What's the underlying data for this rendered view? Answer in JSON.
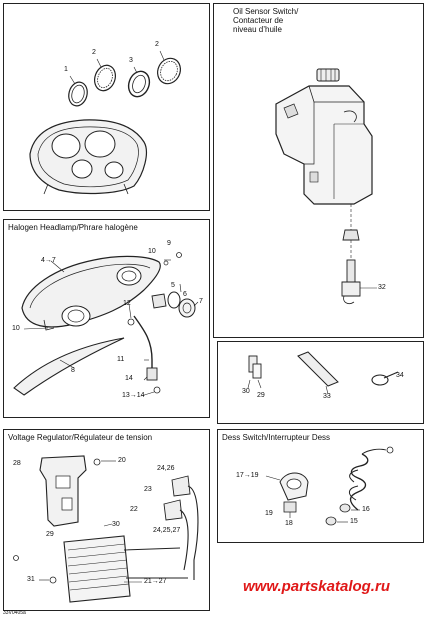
{
  "panels": {
    "gauges": {
      "callouts": [
        "1",
        "2",
        "2",
        "3"
      ]
    },
    "oil_sensor": {
      "title_lines": [
        "Oil Sensor Switch/",
        "Contacteur de",
        "niveau d’huile"
      ],
      "callouts": [
        "32"
      ]
    },
    "headlamp": {
      "title": "Halogen Headlamp/Phrare halogène",
      "callouts": [
        "9",
        "10",
        "4→7",
        "5",
        "6",
        "7",
        "12",
        "10",
        "8",
        "11",
        "14",
        "13→14"
      ]
    },
    "accessories": {
      "callouts": [
        "30",
        "29",
        "33",
        "34"
      ]
    },
    "voltage_regulator": {
      "title": "Voltage Regulator/Régulateur de tension",
      "callouts": [
        "28",
        "20",
        "24,26",
        "23",
        "22",
        "24,25,27",
        "30",
        "29",
        "31",
        "21→27"
      ]
    },
    "dess": {
      "title": "Dess Switch/Interrupteur Dess",
      "callouts": [
        "17→19",
        "19",
        "18",
        "16",
        "15"
      ]
    }
  },
  "reference_code": "33V0405a",
  "watermark": "www.partskatalog.ru"
}
